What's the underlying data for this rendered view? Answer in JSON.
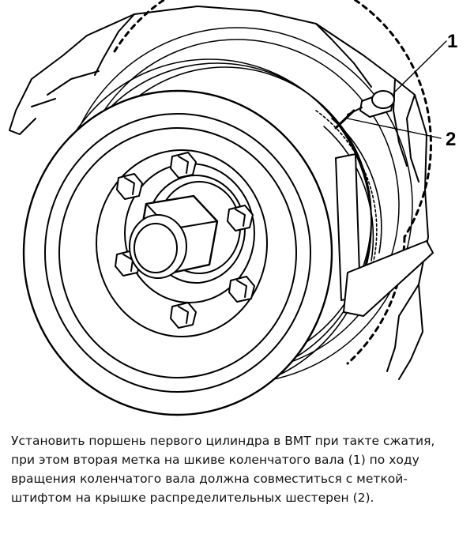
{
  "callouts": {
    "one": "1",
    "two": "2"
  },
  "caption": {
    "line1": "Установить поршень первого цилиндра в ВМТ при такте сжатия,",
    "line2": "при этом вторая метка на шкиве коленчатого вала (1) по ходу",
    "line3": "вращения коленчатого вала должна совместиться с меткой-",
    "line4": "штифтом на крышке распределительных шестерен (2)."
  }
}
